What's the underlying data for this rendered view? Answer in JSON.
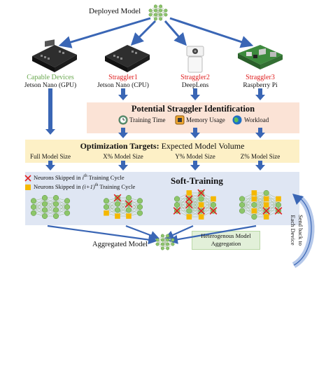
{
  "top": {
    "deployed_model": "Deployed Model"
  },
  "devices": [
    {
      "title": "Capable Devices",
      "subtitle": "Jetson Nano (GPU)"
    },
    {
      "title": "Straggler1",
      "subtitle": "Jetson Nano (CPU)"
    },
    {
      "title": "Straggler2",
      "subtitle": "DeepLens"
    },
    {
      "title": "Straggler3",
      "subtitle": "Raspberry Pi"
    }
  ],
  "identification": {
    "title": "Potential Straggler Identification",
    "items": [
      "Training Time",
      "Memory Usage",
      "Workload"
    ]
  },
  "targets": {
    "title_bold": "Optimization Targets:",
    "title_rest": " Expected Model Volume",
    "sizes": [
      "Full Model Size",
      "X% Model Size",
      "Y% Model Size",
      "Z% Model Size"
    ]
  },
  "soft_training": {
    "title": "Soft-Training",
    "legend_skip_i_prefix": "Neurons Skipped in ",
    "legend_skip_i_var": "i",
    "legend_skip_i_sup": "th",
    "legend_skip_i_suffix": " Training Cycle",
    "legend_skip_i1_prefix": "Neurons Skipped in ",
    "legend_skip_i1_var": "(i+1)",
    "legend_skip_i1_sup": "th",
    "legend_skip_i1_suffix": " Training Cycle"
  },
  "aggregation": {
    "aggregated_model": "Aggregated Model",
    "hetero_line1": "Heterogenous Model",
    "hetero_line2": "Aggregation",
    "send_back_line1": "Send back to",
    "send_back_line2": "Each Device"
  },
  "colors": {
    "arrow": "#3a66b5",
    "node": "#8dc66a",
    "straggler": "#e02020",
    "capable": "#6aa84f",
    "skip_i": "#e02020",
    "skip_i1": "#f5b800"
  },
  "icons": [
    "network-icon",
    "jetson-board-icon",
    "deeplens-camera-icon",
    "raspberry-pi-icon",
    "clock-icon",
    "memory-icon",
    "globe-icon"
  ]
}
